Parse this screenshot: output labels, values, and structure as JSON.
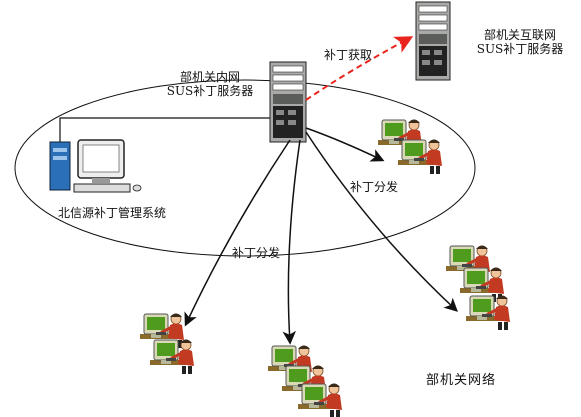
{
  "internal_server": {
    "line1": "部机关内网",
    "line2": "SUS补丁服务器"
  },
  "external_server": {
    "line1": "部机关互联网",
    "line2": "SUS补丁服务器"
  },
  "management_system": "北信源补丁管理系统",
  "network_label": "部机关网络",
  "arrows": {
    "fetch": "补丁获取",
    "distribute_right": "补丁分发",
    "distribute_left": "补丁分发"
  },
  "colors": {
    "fetch_arrow": "#e8241c",
    "line": "#111111",
    "monitor_green": "#4f9b1d",
    "server_gray": "#a9aaa8",
    "person_red": "#c23a22"
  }
}
